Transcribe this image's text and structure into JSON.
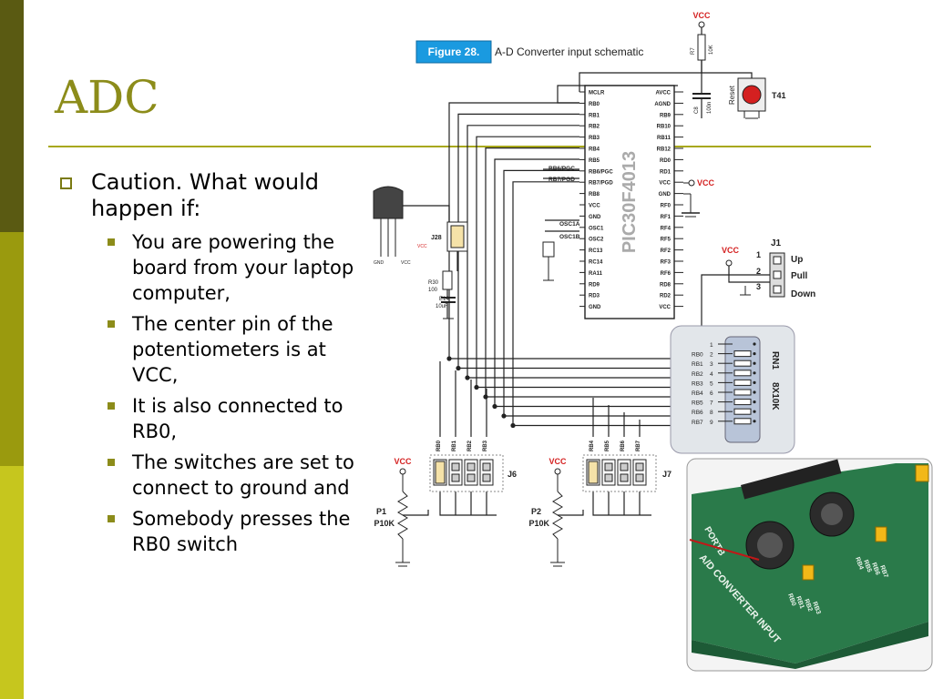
{
  "slide": {
    "title": "ADC",
    "bullets": [
      {
        "text": "Caution. What would happen if:",
        "sub": [
          "You are powering the board from your laptop computer,",
          "The center pin of the potentiometers is at VCC,",
          "It is also connected to RB0,",
          "The switches are set to connect to ground and",
          "Somebody presses the RB0 switch"
        ]
      }
    ]
  },
  "schematic": {
    "figure_label": "Figure 28.",
    "figure_caption": "A-D Converter input schematic",
    "mcu_name": "PIC30F4013",
    "pins_left": [
      "MCLR",
      "RB0",
      "RB1",
      "RB2",
      "RB3",
      "RB4",
      "RB5",
      "RB6/PGC",
      "RB7/PGD",
      "RB8",
      "VCC",
      "GND",
      "OSC1",
      "OSC2",
      "RC13",
      "RC14",
      "RA11",
      "RD9",
      "RD3",
      "GND"
    ],
    "pins_right": [
      "AVCC",
      "AGND",
      "RB9",
      "RB10",
      "RB11",
      "RB12",
      "RD0",
      "RD1",
      "VCC",
      "GND",
      "RF0",
      "RF1",
      "RF4",
      "RF5",
      "RF2",
      "RF3",
      "RF6",
      "RD8",
      "RD2",
      "VCC"
    ],
    "labels": {
      "vcc": "VCC",
      "r7": "R7",
      "r7_val": "10K",
      "c8": "C8",
      "c8_val": "100n",
      "reset": "Reset",
      "t41": "T41",
      "j28": "J28",
      "r30": "R30",
      "r30_val": "100",
      "e14": "E14",
      "e14_val": "10uF",
      "gnd": "GND",
      "j1": "J1",
      "up": "Up",
      "pull": "Pull",
      "down": "Down",
      "pin1": "1",
      "pin2": "2",
      "pin3": "3",
      "rb6pgc": "RB6/PGC",
      "rb7pgd": "RB7/PGD",
      "osc1a": "OSC1A",
      "osc1b": "OSC1B",
      "rn1": "RN1",
      "rn1_val": "8X10K",
      "j6": "J6",
      "j7": "J7",
      "p1": "P1",
      "p1_val": "P10K",
      "p2": "P2",
      "p2_val": "P10K"
    },
    "rn1_pins": [
      {
        "name": "",
        "num": "1"
      },
      {
        "name": "RB0",
        "num": "2"
      },
      {
        "name": "RB1",
        "num": "3"
      },
      {
        "name": "RB2",
        "num": "4"
      },
      {
        "name": "RB3",
        "num": "5"
      },
      {
        "name": "RB4",
        "num": "6"
      },
      {
        "name": "RB5",
        "num": "7"
      },
      {
        "name": "RB6",
        "num": "8"
      },
      {
        "name": "RB7",
        "num": "9"
      }
    ],
    "j6_pins": [
      "RB0",
      "RB1",
      "RB2",
      "RB3"
    ],
    "j7_pins": [
      "RB4",
      "RB5",
      "RB6",
      "RB7"
    ]
  },
  "photo": {
    "silkscreen": "A/D CONVERTER INPUT",
    "port_label": "PORTB",
    "pin_labels": [
      "RB0",
      "RB1",
      "RB2",
      "RB3",
      "RB4",
      "RB5",
      "RB6",
      "RB7"
    ]
  },
  "colors": {
    "band_dark": "#5a5a12",
    "band_mid": "#9a9a0e",
    "band_light": "#c6c61e",
    "title": "#8c8c1a",
    "figure_badge": "#1a9ae0",
    "vcc_red": "#d42020",
    "pcb_green": "#2a7a4a"
  }
}
